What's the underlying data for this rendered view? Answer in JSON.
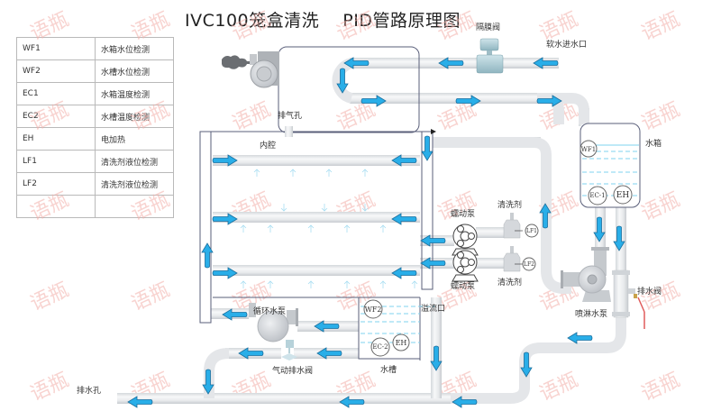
{
  "title": "IVC100笼盒清洗    PID管路原理图",
  "legend": [
    {
      "code": "WF1",
      "desc": "水箱水位检测"
    },
    {
      "code": "WF2",
      "desc": "水槽水位检测"
    },
    {
      "code": "EC1",
      "desc": "水箱温度检测"
    },
    {
      "code": "EC2",
      "desc": "水槽温度检测"
    },
    {
      "code": "EH",
      "desc": "电加热"
    },
    {
      "code": "LF1",
      "desc": "清洗剂液位检测"
    },
    {
      "code": "LF2",
      "desc": "清洗剂液位检测"
    },
    {
      "code": "",
      "desc": ""
    }
  ],
  "labels": {
    "diaphragm_valve": "隔膜阀",
    "soft_water_inlet": "软水进水口",
    "exhaust_hole": "排气孔",
    "inner_chamber": "内腔",
    "water_tank": "水箱",
    "peristaltic_pump_top": "蠕动泵",
    "peristaltic_pump_bottom": "蠕动泵",
    "detergent_top": "清洗剂",
    "detergent_bottom": "清洗剂",
    "circulation_pump": "循环水泵",
    "overflow": "溢流口",
    "sink": "水槽",
    "pneumatic_drain_valve": "气动排水阀",
    "spray_pump": "喷淋水泵",
    "drain_valve": "排水阀",
    "drain_hole": "排水孔"
  },
  "sensors": {
    "wf1": "WF1",
    "wf2": "WF2",
    "ec1": "EC-1",
    "ec2": "EC-2",
    "eh_tank": "EH",
    "eh_sink": "EH",
    "lf1": "LF1",
    "lf2": "LF2"
  },
  "watermark": "语瓶",
  "colors": {
    "arrow": "#29aee8",
    "arrow_stroke": "#1a6f9e",
    "pipe": "#e6e8ea",
    "pipe_edge": "#c9cdd1",
    "frame": "#5a5f7a",
    "water_line": "#7fd3ef",
    "drain_handle": "#e05a5a"
  }
}
